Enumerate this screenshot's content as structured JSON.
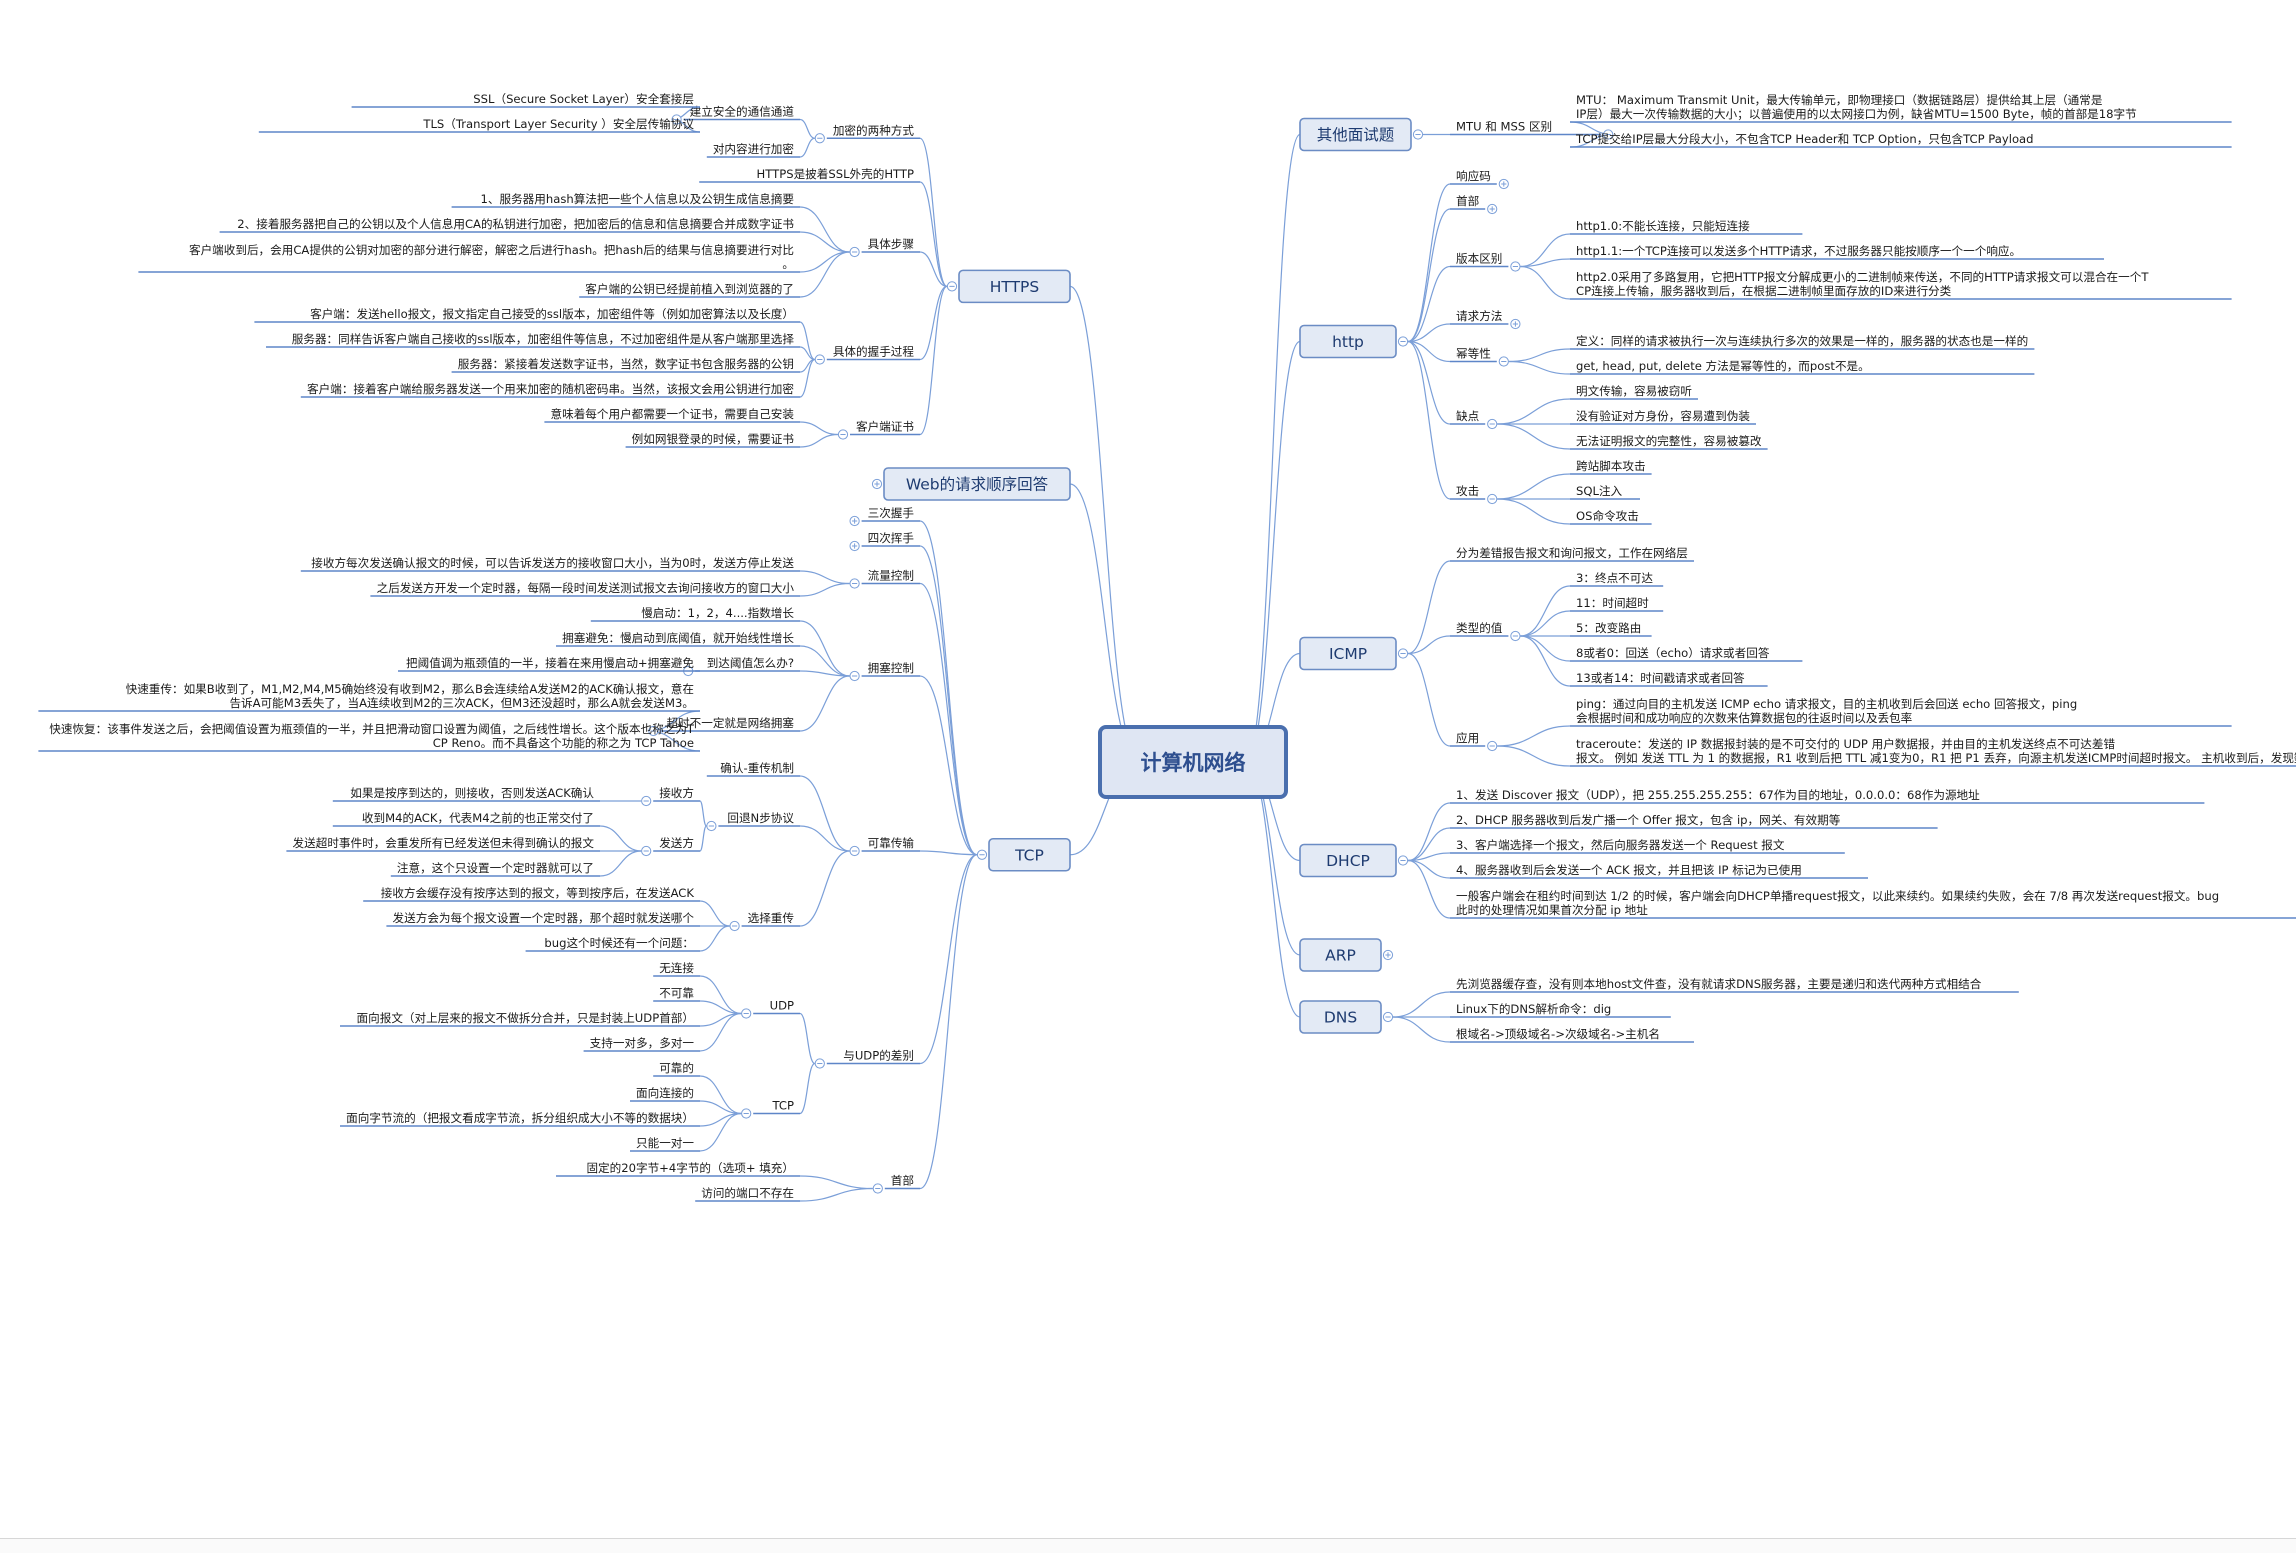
{
  "root": "计算机网络",
  "left_branches": [
    {
      "label": "HTTPS",
      "children": [
        {
          "label": "加密的两种方式",
          "children": [
            {
              "label": "建立安全的通信通道",
              "children": [
                {
                  "label": "SSL（Secure Socket Layer）安全套接层"
                },
                {
                  "label": "TLS（Transport Layer Security ）安全层传输协议"
                }
              ]
            },
            {
              "label": "对内容进行加密"
            }
          ]
        },
        {
          "label": "HTTPS是披着SSL外壳的HTTP"
        },
        {
          "label": "具体步骤",
          "children": [
            {
              "label": "1、服务器用hash算法把一些个人信息以及公钥生成信息摘要"
            },
            {
              "label": "2、接着服务器把自己的公钥以及个人信息用CA的私钥进行加密，把加密后的信息和信息摘要合并成数字证书"
            },
            {
              "label": "客户端收到后，会用CA提供的公钥对加密的部分进行解密，解密之后进行hash。把hash后的结果与信息摘要进行对比。"
            },
            {
              "label": "客户端的公钥已经提前植入到浏览器的了"
            }
          ]
        },
        {
          "label": "具体的握手过程",
          "children": [
            {
              "label": "客户端：发送hello报文，报文指定自己接受的ssl版本，加密组件等（例如加密算法以及长度）"
            },
            {
              "label": "服务器：同样告诉客户端自己接收的ssl版本，加密组件等信息，不过加密组件是从客户端那里选择"
            },
            {
              "label": "服务器：紧接着发送数字证书，当然，数字证书包含服务器的公钥"
            },
            {
              "label": "客户端：接着客户端给服务器发送一个用来加密的随机密码串。当然，该报文会用公钥进行加密"
            }
          ]
        },
        {
          "label": "客户端证书",
          "children": [
            {
              "label": "意味着每个用户都需要一个证书，需要自己安装"
            },
            {
              "label": "例如网银登录的时候，需要证书"
            }
          ]
        }
      ]
    },
    {
      "label": "Web的请求顺序回答",
      "children": []
    },
    {
      "label": "TCP",
      "children": [
        {
          "label": "三次握手",
          "children": []
        },
        {
          "label": "四次挥手",
          "children": []
        },
        {
          "label": "流量控制",
          "children": [
            {
              "label": "接收方每次发送确认报文的时候，可以告诉发送方的接收窗口大小，当为0时，发送方停止发送"
            },
            {
              "label": "之后发送方开发一个定时器，每隔一段时间发送测试报文去询问接收方的窗口大小"
            }
          ]
        },
        {
          "label": "拥塞控制",
          "children": [
            {
              "label": "慢启动：1，2，4....指数增长"
            },
            {
              "label": "拥塞避免：慢启动到底阈值，就开始线性增长"
            },
            {
              "label": "到达阈值怎么办?",
              "children": [
                {
                  "label": "把阈值调为瓶颈值的一半，接着在来用慢启动+拥塞避免"
                }
              ]
            },
            {
              "label": "超时不一定就是网络拥塞",
              "children": [
                {
                  "label": "快速重传：如果B收到了，M1,M2,M4,M5确始终没有收到M2，那么B会连续给A发送M2的ACK确认报文，意在告诉A可能M3丢失了，当A连续收到M2的三次ACK，但M3还没超时，那么A就会发送M3。"
                },
                {
                  "label": "快速恢复：该事件发送之后，会把阈值设置为瓶颈值的一半，并且把滑动窗口设置为阈值，之后线性增长。这个版本也称之为TCP Reno。而不具备这个功能的称之为 TCP Tahoe"
                }
              ]
            }
          ]
        },
        {
          "label": "可靠传输",
          "children": [
            {
              "label": "确认-重传机制"
            },
            {
              "label": "回退N步协议",
              "children": [
                {
                  "label": "接收方",
                  "children": [
                    {
                      "label": "如果是按序到达的，则接收，否则发送ACK确认"
                    }
                  ]
                },
                {
                  "label": "发送方",
                  "children": [
                    {
                      "label": "收到M4的ACK，代表M4之前的也正常交付了"
                    },
                    {
                      "label": "发送超时事件时，会重发所有已经发送但未得到确认的报文"
                    },
                    {
                      "label": "注意，这个只设置一个定时器就可以了"
                    }
                  ]
                }
              ]
            },
            {
              "label": "选择重传",
              "children": [
                {
                  "label": "接收方会缓存没有按序达到的报文，等到按序后，在发送ACK"
                },
                {
                  "label": "发送方会为每个报文设置一个定时器，那个超时就发送哪个"
                },
                {
                  "label": "bug这个时候还有一个问题："
                }
              ]
            }
          ]
        },
        {
          "label": "与UDP的差别",
          "children": [
            {
              "label": "UDP",
              "children": [
                {
                  "label": "无连接"
                },
                {
                  "label": "不可靠"
                },
                {
                  "label": "面向报文（对上层来的报文不做拆分合并，只是封装上UDP首部）"
                },
                {
                  "label": "支持一对多，多对一"
                }
              ]
            },
            {
              "label": "TCP",
              "children": [
                {
                  "label": "可靠的"
                },
                {
                  "label": "面向连接的"
                },
                {
                  "label": "面向字节流的（把报文看成字节流，拆分组织成大小不等的数据块）"
                },
                {
                  "label": "只能一对一"
                }
              ]
            }
          ]
        },
        {
          "label": "首部",
          "children": [
            {
              "label": "固定的20字节+4字节的（选项+ 填充）"
            },
            {
              "label": "访问的端口不存在"
            }
          ]
        }
      ]
    }
  ],
  "right_branches": [
    {
      "label": "其他面试题",
      "children": [
        {
          "label": "MTU 和 MSS 区别",
          "children": [
            {
              "label": "MTU： Maximum Transmit Unit，最大传输单元，即物理接口（数据链路层）提供给其上层（通常是IP层）最大一次传输数据的大小；以普遍使用的以太网接口为例，缺省MTU=1500 Byte，帧的首部是18字节"
            },
            {
              "label": "TCP提交给IP层最大分段大小，不包含TCP Header和 TCP Option，只包含TCP Payload"
            }
          ]
        }
      ]
    },
    {
      "label": "http",
      "children": [
        {
          "label": "响应码",
          "children": []
        },
        {
          "label": "首部",
          "children": []
        },
        {
          "label": "版本区别",
          "children": [
            {
              "label": "http1.0:不能长连接，只能短连接"
            },
            {
              "label": "http1.1:一个TCP连接可以发送多个HTTP请求，不过服务器只能按顺序一个一个响应。"
            },
            {
              "label": "http2.0采用了多路复用，它把HTTP报文分解成更小的二进制帧来传送，不同的HTTP请求报文可以混合在一个TCP连接上传输，服务器收到后，在根据二进制帧里面存放的ID来进行分类"
            }
          ]
        },
        {
          "label": "请求方法",
          "children": []
        },
        {
          "label": "幂等性",
          "children": [
            {
              "label": "定义：同样的请求被执行一次与连续执行多次的效果是一样的，服务器的状态也是一样的"
            },
            {
              "label": "get, head, put, delete 方法是幂等性的，而post不是。"
            }
          ]
        },
        {
          "label": "缺点",
          "children": [
            {
              "label": "明文传输，容易被窃听"
            },
            {
              "label": "没有验证对方身份，容易遭到伪装"
            },
            {
              "label": "无法证明报文的完整性，容易被篡改"
            }
          ]
        },
        {
          "label": "攻击",
          "children": [
            {
              "label": "跨站脚本攻击"
            },
            {
              "label": "SQL注入"
            },
            {
              "label": "OS命令攻击"
            }
          ]
        }
      ]
    },
    {
      "label": "ICMP",
      "children": [
        {
          "label": "分为差错报告报文和询问报文，工作在网络层"
        },
        {
          "label": "类型的值",
          "children": [
            {
              "label": "3：终点不可达"
            },
            {
              "label": "11：时间超时"
            },
            {
              "label": "5：改变路由"
            },
            {
              "label": "8或者0：回送（echo）请求或者回答"
            },
            {
              "label": "13或者14：时间戳请求或者回答"
            }
          ]
        },
        {
          "label": "应用",
          "children": [
            {
              "label": "ping：通过向目的主机发送 ICMP echo 请求报文，目的主机收到后会回送 echo 回答报文，ping 会根据时间和成功响应的次数来估算数据包的往返时间以及丢包率"
            },
            {
              "label": "traceroute：发送的 IP 数据报封装的是不可交付的 UDP 用户数据报，并由目的主机发送终点不可达差错报文。    例如 发送 TTL 为 1 的数据报，R1 收到后把 TTL 减1变为0，R1 把 P1 丢弃，向源主机发送ICMP时间超时报文。   主机收到后，发现数据包封装的是不可交付的 UDP，此时就会向目的主机发送终点不可达的差错报文了。"
            }
          ]
        }
      ]
    },
    {
      "label": "DHCP",
      "children": [
        {
          "label": "1、发送 Discover 报文（UDP），把 255.255.255.255：67作为目的地址，0.0.0.0：68作为源地址"
        },
        {
          "label": "2、DHCP 服务器收到后发广播一个 Offer 报文，包含 ip，网关、有效期等"
        },
        {
          "label": "3、客户端选择一个报文，然后向服务器发送一个 Request 报文"
        },
        {
          "label": "4、服务器收到后会发送一个 ACK 报文，并且把该 IP 标记为已使用"
        },
        {
          "label": "一般客户端会在租约时间到达 1/2 的时候，客户端会向DHCP单播request报文，以此来续约。如果续约失败，会在 7/8 再次发送request报文。bug此时的处理情况如果首次分配 ip 地址"
        }
      ]
    },
    {
      "label": "ARP",
      "children": []
    },
    {
      "label": "DNS",
      "children": [
        {
          "label": "先浏览器缓存查，没有则本地host文件查，没有就请求DNS服务器，主要是递归和迭代两种方式相结合"
        },
        {
          "label": "Linux下的DNS解析命令：dig"
        },
        {
          "label": "根域名->顶级域名->次级域名->主机名"
        }
      ]
    }
  ],
  "colors": {
    "accent": "#4a6fae",
    "line": "#7b9fd8",
    "node_fill": "#e3eaf5",
    "text": "#1a1a1a"
  }
}
